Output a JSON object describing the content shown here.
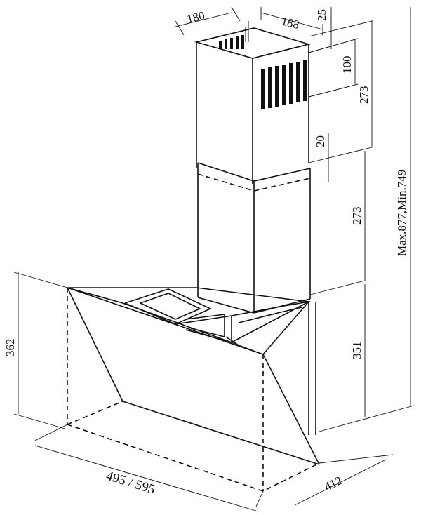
{
  "dimensions": {
    "chimney_width": "180",
    "chimney_depth": "188",
    "outlet_offset": "25",
    "outlet_height": "100",
    "upper_chimney": "273",
    "overlap": "20",
    "lower_chimney": "273",
    "total_height": "Max.877,Min.749",
    "body_height_left": "362",
    "body_height_right": "351",
    "width": "495 / 595",
    "depth": "412"
  }
}
